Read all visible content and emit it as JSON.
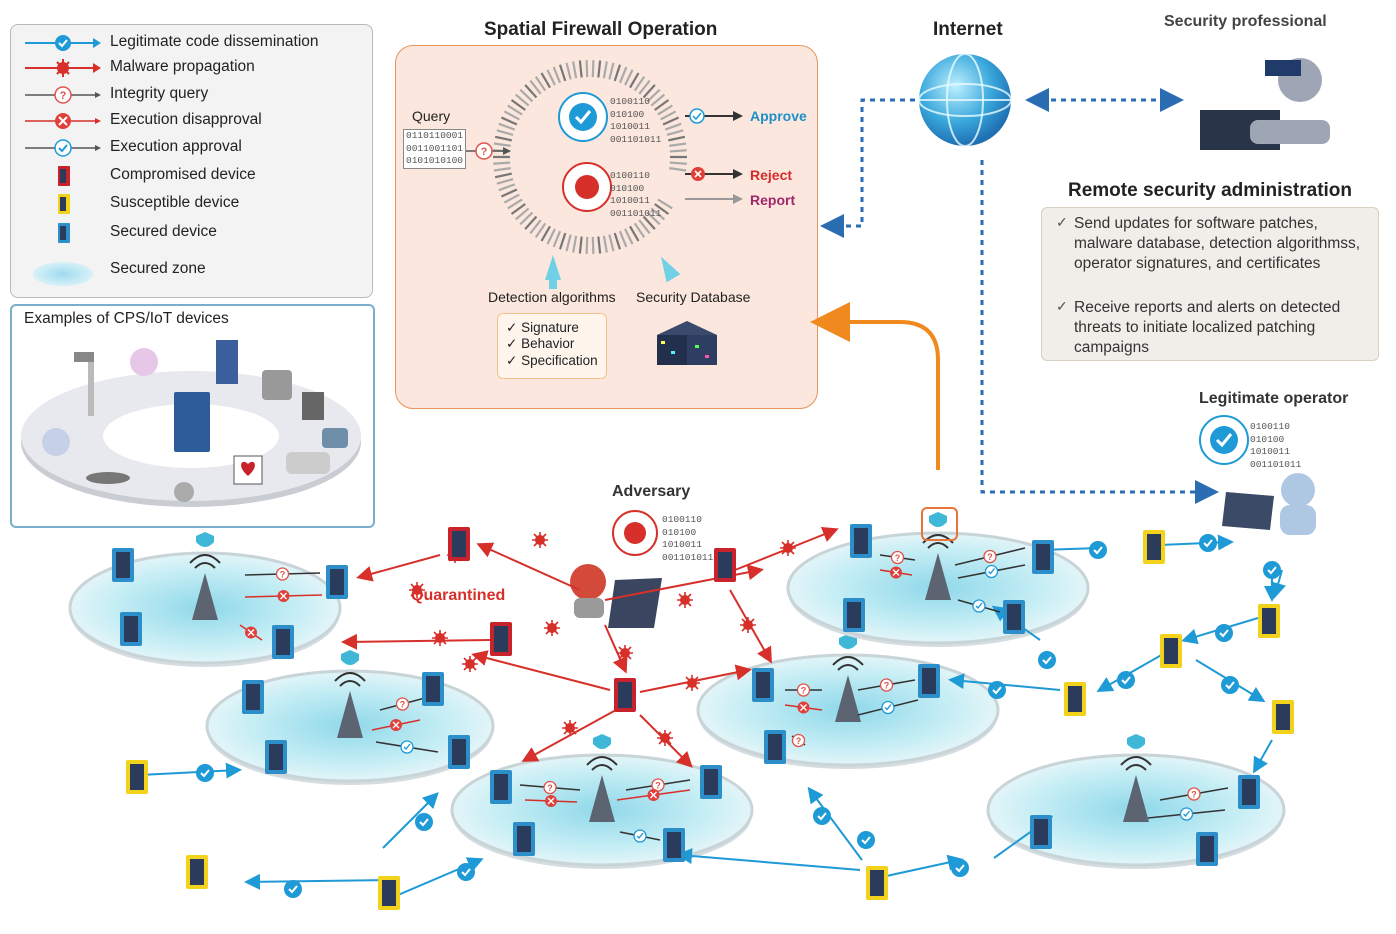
{
  "legend": {
    "items": [
      {
        "label": "Legitimate code dissemination",
        "icon": "legitimate-dissemination-icon"
      },
      {
        "label": "Malware propagation",
        "icon": "malware-propagation-icon"
      },
      {
        "label": "Integrity query",
        "icon": "integrity-query-icon"
      },
      {
        "label": "Execution disapproval",
        "icon": "execution-disapproval-icon"
      },
      {
        "label": "Execution approval",
        "icon": "execution-approval-icon"
      },
      {
        "label": "Compromised device",
        "icon": "compromised-device-icon"
      },
      {
        "label": "Susceptible device",
        "icon": "susceptible-device-icon"
      },
      {
        "label": "Secured device",
        "icon": "secured-device-icon"
      },
      {
        "label": "Secured zone",
        "icon": "secured-zone-icon"
      }
    ]
  },
  "examples": {
    "title": "Examples of CPS/IoT devices"
  },
  "firewall": {
    "title": "Spatial Firewall Operation",
    "query_label": "Query",
    "query_bits": "0110110001\n0011001101\n0101010100",
    "approve": "Approve",
    "reject": "Reject",
    "report": "Report",
    "bits_top": "0100110\n010100\n1010011\n001101011",
    "bits_bottom": "0100110\n010100\n1010011\n001101011",
    "detection_label": "Detection algorithms",
    "database_label": "Security Database",
    "checklist": [
      "Signature",
      "Behavior",
      "Specification"
    ]
  },
  "internet": {
    "title": "Internet"
  },
  "professional": {
    "title": "Security professional"
  },
  "admin": {
    "title": "Remote security administration",
    "items": [
      "Send updates for software patches, malware database, detection algorithmss, operator signatures, and certificates",
      "Receive reports and alerts on detected threats to initiate localized patching campaigns"
    ]
  },
  "operator": {
    "title": "Legitimate operator",
    "bits": "0100110\n010100\n1010011\n001101011"
  },
  "adversary": {
    "title": "Adversary",
    "bits": "0100110\n010100\n1010011\n001101011"
  },
  "quarantined": "Quarantined",
  "colors": {
    "legit": "#1e9ad6",
    "malware": "#d7302a",
    "compromised": "#c8232c",
    "susceptible": "#f2d21b",
    "secured": "#2c8fc9",
    "zone": "#bfe7ef",
    "firewall_bg": "#fbe7dd",
    "firewall_border": "#e8945c",
    "orange_arrow": "#f08a1e",
    "dashed": "#2a6db3"
  }
}
